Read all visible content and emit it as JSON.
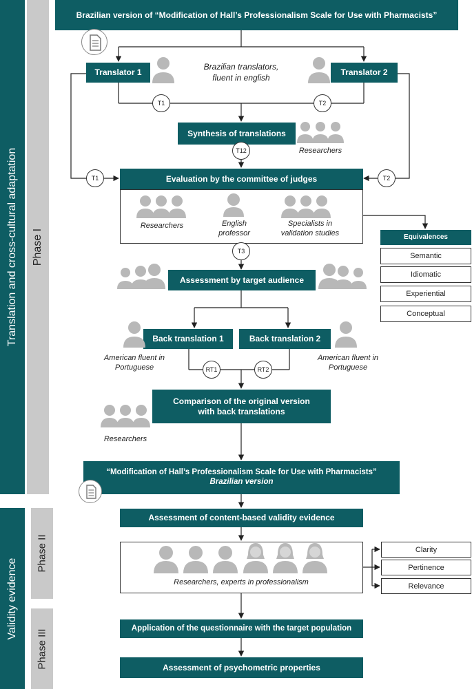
{
  "sidebar": {
    "section1": "Translation and cross-cultural adaptation",
    "section2": "Validity evidence",
    "phase1": "Phase I",
    "phase2": "Phase II",
    "phase3": "Phase III"
  },
  "header": "Brazilian version of “Modification of Hall’s Professionalism Scale for Use with Pharmacists”",
  "translator1": "Translator 1",
  "translator2": "Translator 2",
  "translators_note": [
    "Brazilian translators,",
    "fluent in english"
  ],
  "synthesis": "Synthesis of translations",
  "researchers": "Researchers",
  "codes": {
    "t1": "T1",
    "t2": "T2",
    "t12": "T12",
    "t3": "T3",
    "rt1": "RT1",
    "rt2": "RT2"
  },
  "committee": {
    "title": "Evaluation by the committee of judges",
    "researchers": "Researchers",
    "english_professor": [
      "English",
      "professor"
    ],
    "specialists": [
      "Specialists in",
      "validation studies"
    ]
  },
  "equivalences": {
    "title": "Equivalences",
    "items": [
      "Semantic",
      "Idiomatic",
      "Experiential",
      "Conceptual"
    ]
  },
  "assessment_target": "Assessment by target audience",
  "back1": "Back translation 1",
  "back2": "Back translation 2",
  "american_note": [
    "American fluent in",
    "Portuguese"
  ],
  "comparison": [
    "Comparison of the original version",
    "with back translations"
  ],
  "final_version": {
    "title": "“Modification of Hall’s Professionalism Scale for Use with Pharmacists”",
    "subtitle": "Brazilian version"
  },
  "content_validity": "Assessment of content-based validity evidence",
  "experts": "Researchers, experts in professionalism",
  "criteria": [
    "Clarity",
    "Pertinence",
    "Relevance"
  ],
  "application": "Application of the questionnaire with the target population",
  "psychometric": "Assessment of psychometric properties",
  "colors": {
    "teal": "#0e5d63",
    "gray": "#c9c9c9",
    "icon_gray": "#b8b8b8"
  }
}
